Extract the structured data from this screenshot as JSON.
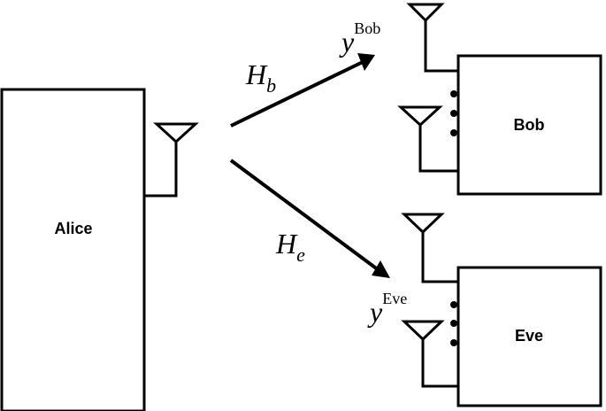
{
  "nodes": {
    "alice": {
      "label": "Alice"
    },
    "bob": {
      "label": "Bob"
    },
    "eve": {
      "label": "Eve"
    }
  },
  "channels": {
    "bob": {
      "symbol": "H",
      "subscript": "b"
    },
    "eve": {
      "symbol": "H",
      "subscript": "e"
    }
  },
  "signals": {
    "bob": {
      "symbol": "y",
      "superscript": "Bob"
    },
    "eve": {
      "symbol": "y",
      "superscript": "Eve"
    }
  }
}
